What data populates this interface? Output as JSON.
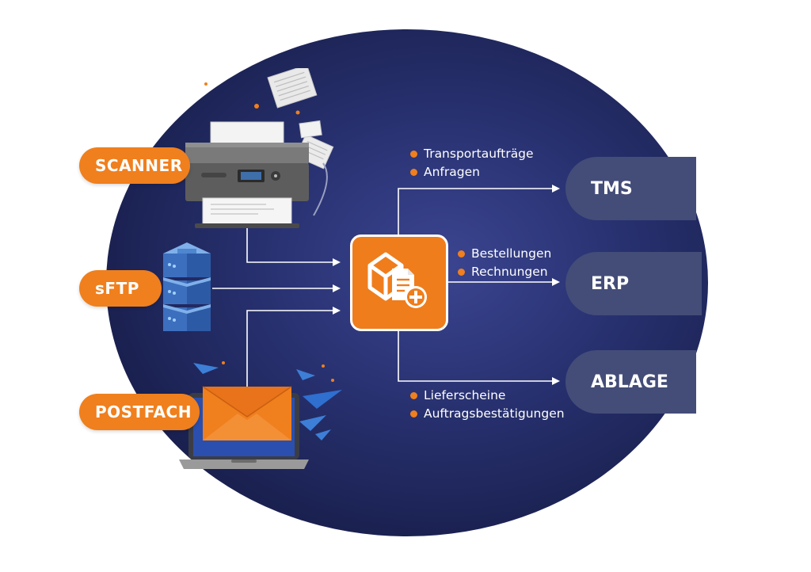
{
  "sources": {
    "scanner": "SCANNER",
    "sftp": "sFTP",
    "postfach": "POSTFACH"
  },
  "targets": {
    "tms": "TMS",
    "erp": "ERP",
    "ablage": "ABLAGE"
  },
  "document_types": {
    "tms": [
      "Transportaufträge",
      "Anfragen"
    ],
    "erp": [
      "Bestellungen",
      "Rechnungen"
    ],
    "ablage": [
      "Lieferscheine",
      "Auftragsbestätigungen"
    ]
  },
  "colors": {
    "accent": "#f07f1d",
    "background": "#1f275a",
    "target_pill": "#444d78"
  },
  "icons": [
    "printer-icon",
    "server-icon",
    "laptop-mail-icon",
    "document-processing-icon"
  ]
}
